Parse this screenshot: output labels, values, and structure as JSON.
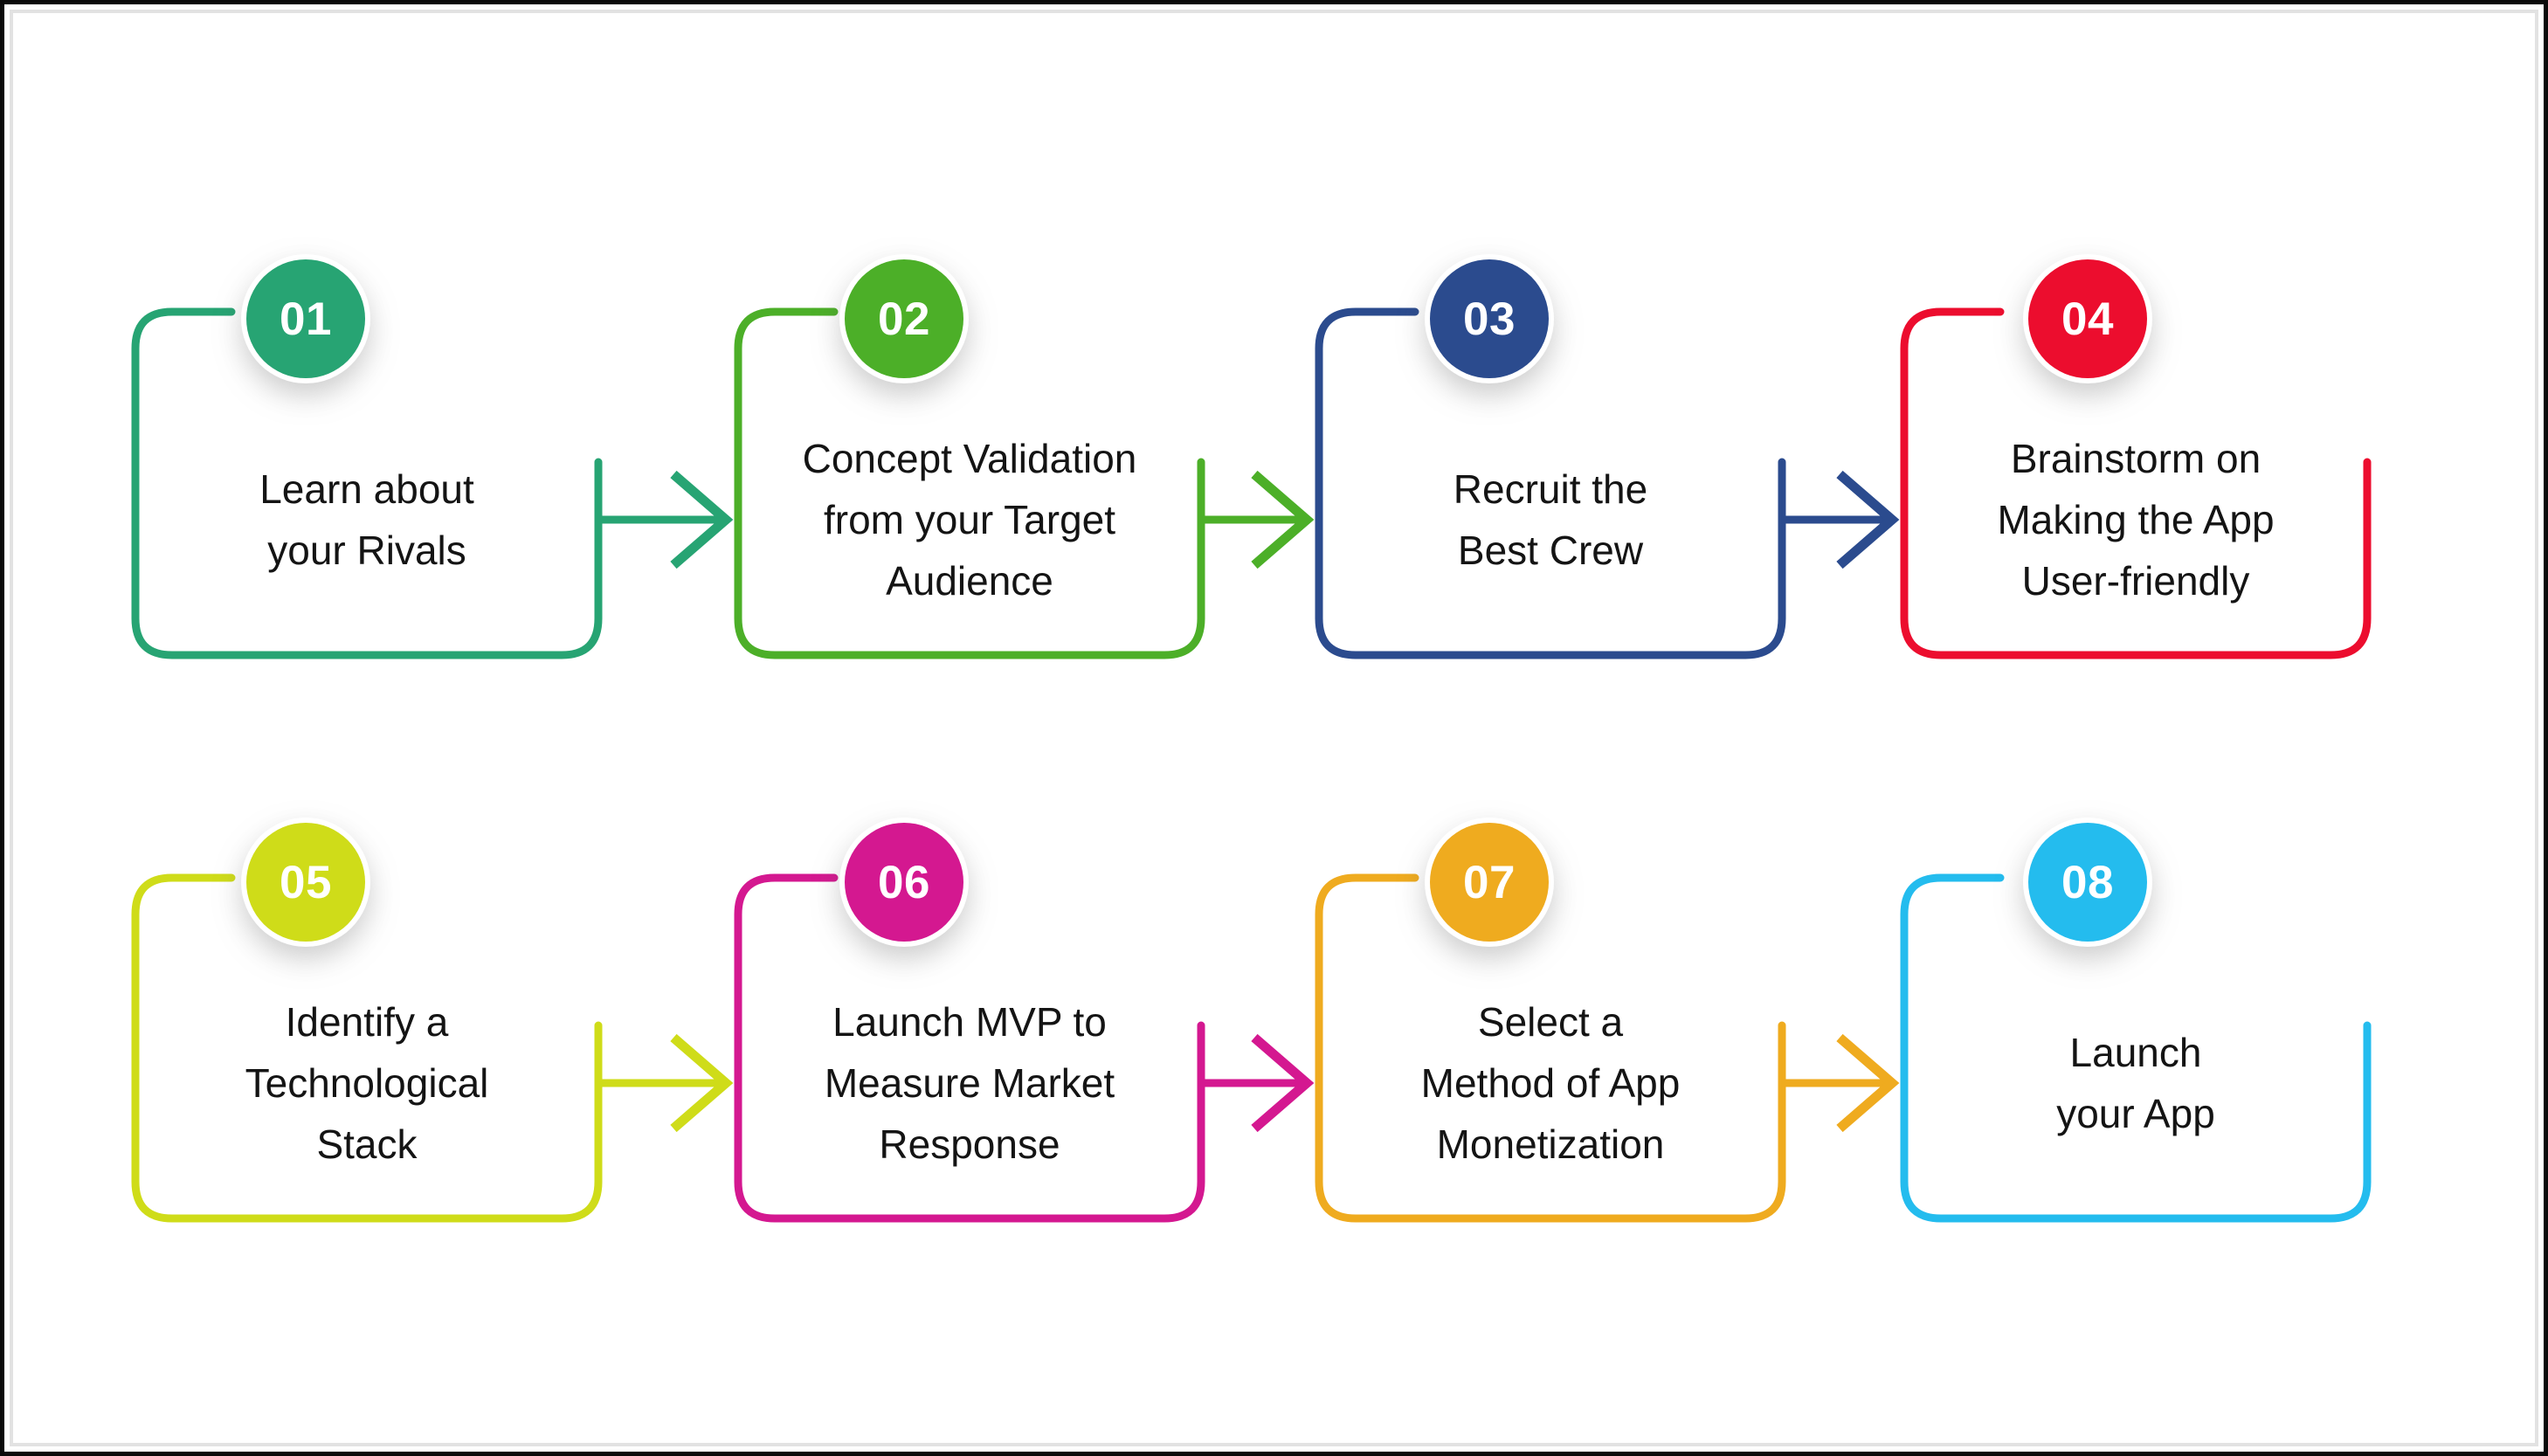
{
  "diagram": {
    "type": "process-flow",
    "title": "",
    "rows": 2,
    "columns": 4,
    "background": "#ffffff",
    "text_color": "#141414",
    "badge_ring_color": "#ffffff",
    "stroke_width": 9
  },
  "steps": [
    {
      "number": "01",
      "label": "Learn about\nyour Rivals",
      "color": "#27A473",
      "row": 0,
      "col": 0,
      "has_outgoing_arrow": true
    },
    {
      "number": "02",
      "label": "Concept Validation\nfrom your Target\nAudience",
      "color": "#4CAF28",
      "row": 0,
      "col": 1,
      "has_outgoing_arrow": true
    },
    {
      "number": "03",
      "label": "Recruit the\nBest Crew",
      "color": "#2B4B8E",
      "row": 0,
      "col": 2,
      "has_outgoing_arrow": true
    },
    {
      "number": "04",
      "label": "Brainstorm on\nMaking the App\nUser-friendly",
      "color": "#EC0D2E",
      "row": 0,
      "col": 3,
      "has_outgoing_arrow": false
    },
    {
      "number": "05",
      "label": "Identify a\nTechnological\nStack",
      "color": "#CFDC19",
      "row": 1,
      "col": 0,
      "has_outgoing_arrow": true
    },
    {
      "number": "06",
      "label": "Launch MVP to\nMeasure Market\nResponse",
      "color": "#D41890",
      "row": 1,
      "col": 1,
      "has_outgoing_arrow": true
    },
    {
      "number": "07",
      "label": "Select a\nMethod of App\nMonetization",
      "color": "#EFAB1F",
      "row": 1,
      "col": 2,
      "has_outgoing_arrow": true
    },
    {
      "number": "08",
      "label": "Launch\nyour App",
      "color": "#24BCEE",
      "row": 1,
      "col": 3,
      "has_outgoing_arrow": false
    }
  ]
}
